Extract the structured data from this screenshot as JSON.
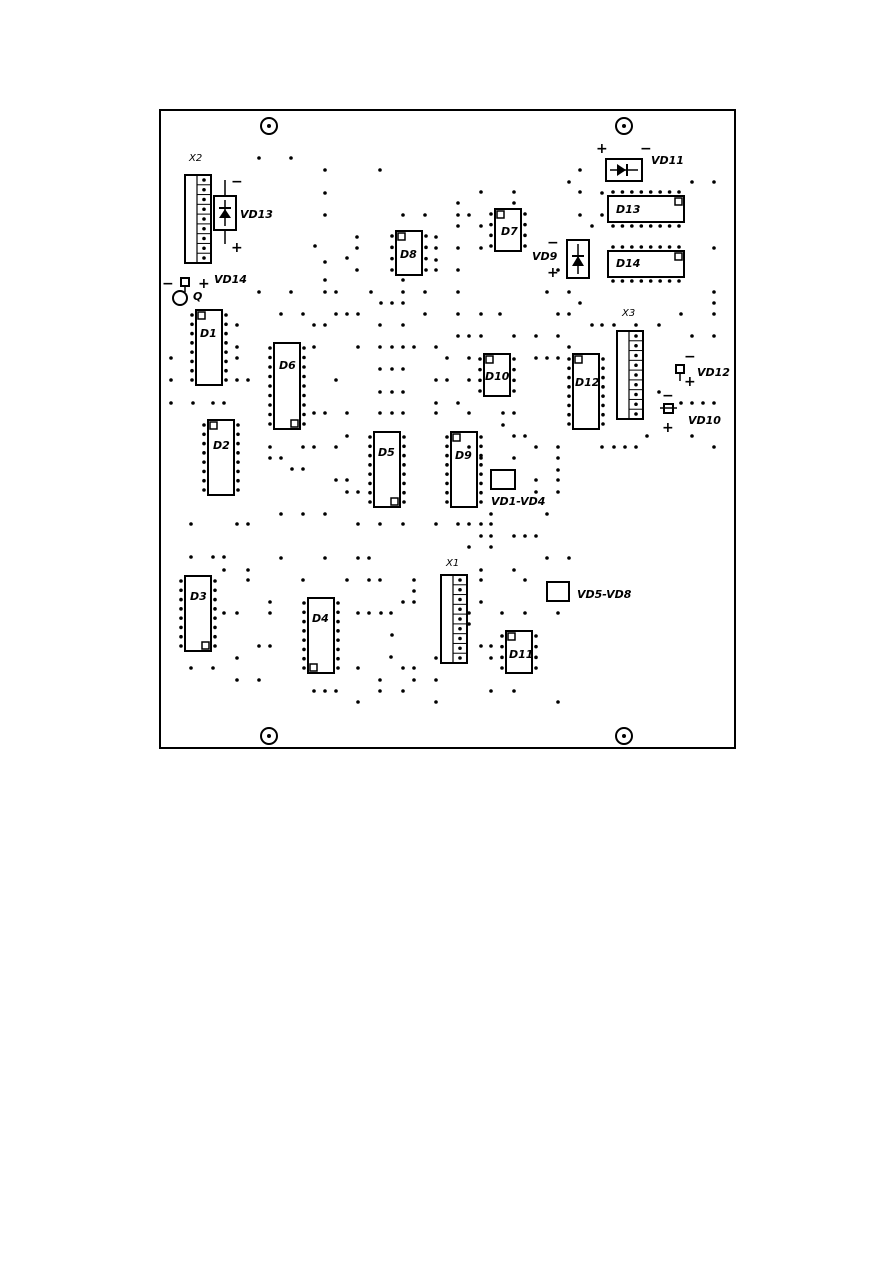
{
  "board": {
    "components": {
      "x1": "X1",
      "x2": "X2",
      "x3": "X3",
      "d1": "D1",
      "d2": "D2",
      "d3": "D3",
      "d4": "D4",
      "d5": "D5",
      "d6": "D6",
      "d7": "D7",
      "d8": "D8",
      "d9": "D9",
      "d10": "D10",
      "d11": "D11",
      "d12": "D12",
      "d13": "D13",
      "d14": "D14",
      "vd11": "VD11",
      "vd13": "VD13",
      "vd14": "VD14",
      "vd9": "VD9",
      "vd12": "VD12",
      "vd10": "VD10",
      "vd1_vd4": "VD1-VD4",
      "vd5_vd8": "VD5-VD8",
      "q": "Q"
    },
    "signs": {
      "plus": "+",
      "minus": "−"
    },
    "colors": {
      "ink": "#000000",
      "paper": "#ffffff"
    }
  }
}
